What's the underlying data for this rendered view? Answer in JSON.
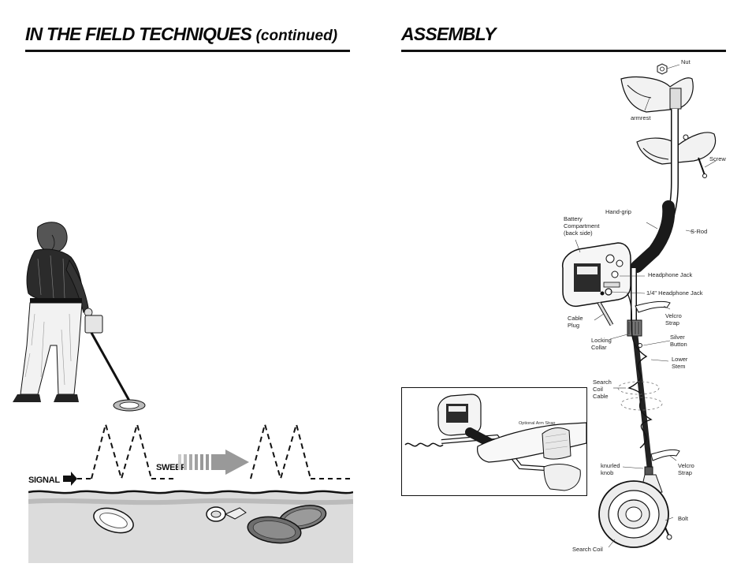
{
  "left_page": {
    "title": "IN THE FIELD TECHNIQUES",
    "title_suffix": "(continued)",
    "illustration": {
      "signal_label": "SIGNAL",
      "sweep_label": "SWEEP"
    }
  },
  "right_page": {
    "title": "ASSEMBLY",
    "inset_label": "Optional Arm Strap",
    "callouts": {
      "nut": "Nut",
      "armrest": "armrest",
      "screw": "Screw",
      "hand_grip": "Hand-grip",
      "s_rod": "S-Rod",
      "battery_1": "Battery",
      "battery_2": "Compartment",
      "battery_3": "(back side)",
      "headphone_jack": "Headphone Jack",
      "quarter_headphone_jack": "1/4\" Headphone Jack",
      "cable_plug_1": "Cable",
      "cable_plug_2": "Plug",
      "velcro_strap_top_1": "Velcro",
      "velcro_strap_top_2": "Strap",
      "locking_collar_1": "Locking",
      "locking_collar_2": "Collar",
      "silver_button_1": "Silver",
      "silver_button_2": "Button",
      "lower_stem_1": "Lower",
      "lower_stem_2": "Stem",
      "search_coil_cable_1": "Search",
      "search_coil_cable_2": "Coil",
      "search_coil_cable_3": "Cable",
      "knurled_knob_1": "knurled",
      "knurled_knob_2": "knob",
      "velcro_strap_bottom_1": "Velcro",
      "velcro_strap_bottom_2": "Strap",
      "bolt": "Bolt",
      "search_coil": "Search Coil"
    }
  },
  "colors": {
    "ink": "#111111",
    "ground": "#d9d9d9",
    "sweep_arrow": "#b5b5b5",
    "grip": "#1a1a1a"
  }
}
